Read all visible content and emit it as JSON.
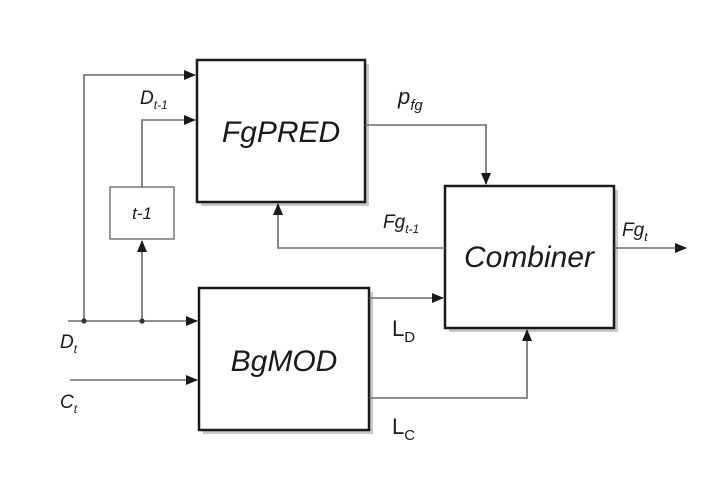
{
  "blocks": {
    "fgpred": "FgPRED",
    "bgmod": "BgMOD",
    "combiner": "Combiner",
    "delay": "t-1"
  },
  "signals": {
    "d_t": {
      "base": "D",
      "sub": "t"
    },
    "d_t1": {
      "base": "D",
      "sub": "t-1"
    },
    "c_t": {
      "base": "C",
      "sub": "t"
    },
    "p_fg": {
      "base": "p",
      "sub": "fg"
    },
    "fg_t1": {
      "base": "Fg",
      "sub": "t-1"
    },
    "fg_t": {
      "base": "Fg",
      "sub": "t"
    },
    "l_d": {
      "base": "L",
      "sub": "D"
    },
    "l_c": {
      "base": "L",
      "sub": "C"
    }
  }
}
